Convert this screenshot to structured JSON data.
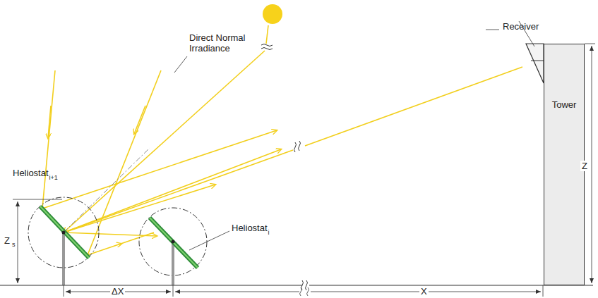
{
  "diagram": {
    "nodes": [
      {
        "text": [
          "Tower"
        ]
      }
    ],
    "labels": [
      "Direct Normal Irradiance",
      "Heliostat",
      "i+1",
      "Heliostat",
      "i",
      "Receiver",
      "Z",
      "Z",
      "s",
      "ΔX",
      "X"
    ]
  }
}
